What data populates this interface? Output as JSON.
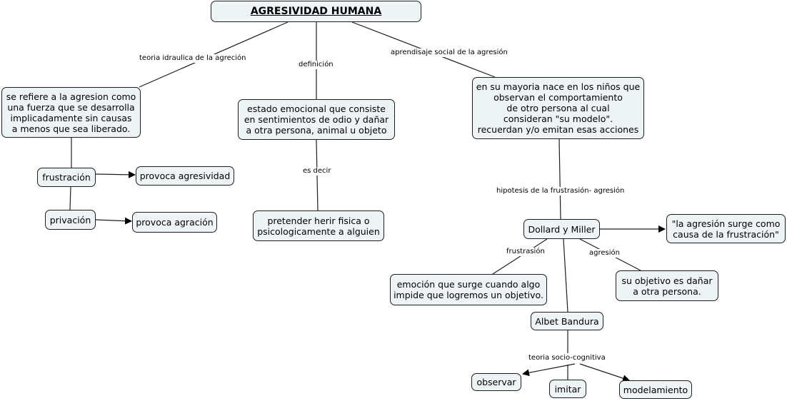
{
  "map": {
    "title": "AGRESIVIDAD HUMANA",
    "nodes": {
      "hydraulic_def": "se refiere a la agresion como\nuna fuerza que se desarrolla\nimplicadamente sin causas\na menos que sea liberado.",
      "frustracion": "frustración",
      "privacion": "privación",
      "provoca_agresividad": "provoca agresividad",
      "provoca_agracion": "provoca agración",
      "emotional_state": "estado emocional que consiste\nen sentimientos de odio y dañar\na otra persona, animal u objeto",
      "pretender": "pretender herir fisica o\npsicologicamente a alguien",
      "social_learning": "en su mayoria nace en los niños que\nobservan el comportamiento\nde otro persona al cual\nconsideran \"su modelo\".\nrecuerdan y/o emitan esas acciones",
      "dollard_miller": "Dollard y Miller",
      "quote": "\"la agresión surge como\ncausa de la frustración\"",
      "emocion": "emoción que surge cuando algo\nimpide que logremos un objetivo.",
      "objetivo": "su objetivo es dañar\na otra persona.",
      "bandura": "Albet Bandura",
      "observar": "observar",
      "imitar": "imitar",
      "modelamiento": "modelamiento"
    },
    "link_labels": {
      "teoria": "teoria idraulica de la agreción",
      "definicion": "definición",
      "aprendizaje": "aprendisaje social de la agresión",
      "es_decir": "es decir",
      "hipotesis": "hipotesis de la frustrasión- agresión",
      "frustrasion": "frustrasión",
      "agresion": "agresión",
      "socio": "teoria socio-cognitiva"
    },
    "colors": {
      "node_fill": "#eef3f6",
      "line": "#1e1e1e"
    }
  }
}
